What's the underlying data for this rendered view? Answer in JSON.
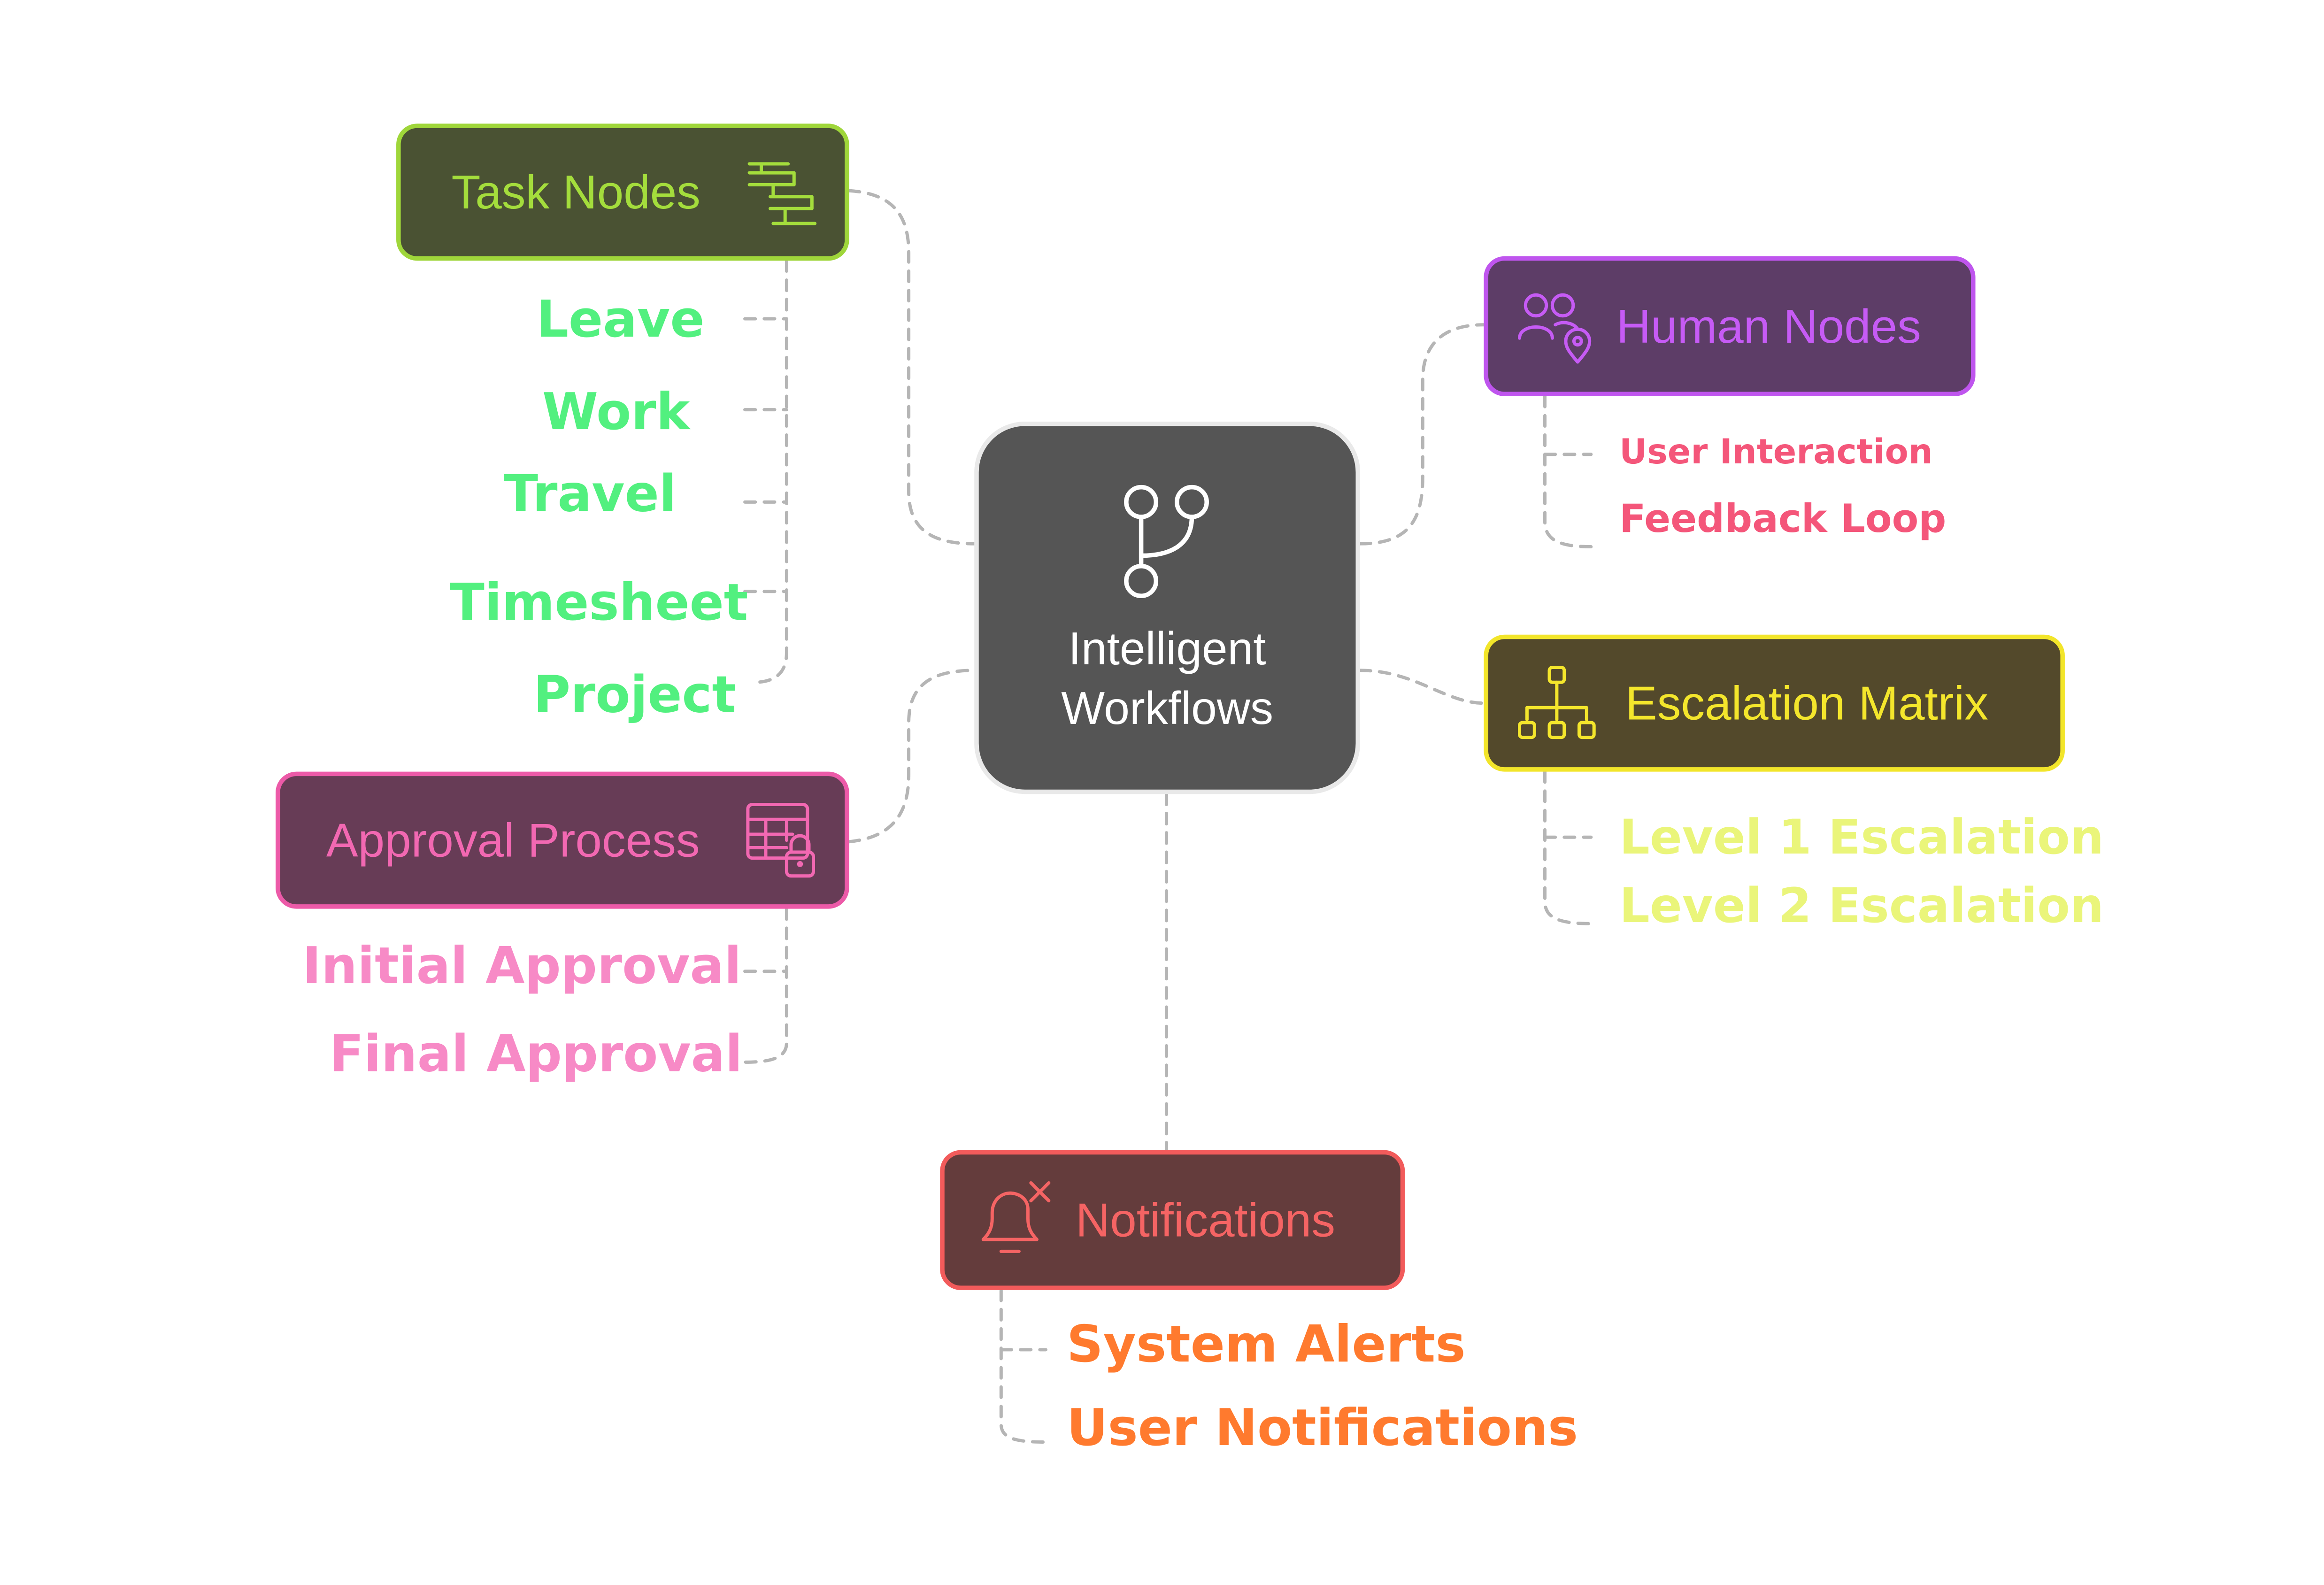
{
  "center": {
    "line1": "Intelligent",
    "line2": "Workflows",
    "icon": "git-branch-icon"
  },
  "branches": {
    "task_nodes": {
      "title": "Task Nodes",
      "icon": "timeline-icon",
      "items": [
        "Leave",
        "Work",
        "Travel",
        "Timesheet",
        "Project"
      ]
    },
    "human_nodes": {
      "title": "Human Nodes",
      "icon": "users-location-icon",
      "items": [
        "User Interaction",
        "Feedback Loop"
      ]
    },
    "escalation_matrix": {
      "title": "Escalation Matrix",
      "icon": "hierarchy-icon",
      "items": [
        "Level 1 Escalation",
        "Level 2 Escalation"
      ]
    },
    "approval_process": {
      "title": "Approval Process",
      "icon": "table-lock-icon",
      "items": [
        "Initial Approval",
        "Final Approval"
      ]
    },
    "notifications": {
      "title": "Notifications",
      "icon": "bell-off-icon",
      "items": [
        "System Alerts",
        "User Notifications"
      ]
    }
  },
  "colors": {
    "task": {
      "fill": "#4a5233",
      "border": "#9fd63a",
      "text": "#a4dd3c",
      "items": "#52f07f"
    },
    "human": {
      "fill": "#5d3d67",
      "border": "#bf55ee",
      "text": "#c65bf5",
      "items": "#f4567a"
    },
    "escalation": {
      "fill": "#53492b",
      "border": "#f2e52a",
      "text": "#f4e62c",
      "items": "#eaf57a"
    },
    "approval": {
      "fill": "#673c56",
      "border": "#ec5aa8",
      "text": "#f268b2",
      "items": "#f78ac6"
    },
    "notifications": {
      "fill": "#643c3c",
      "border": "#f25b5b",
      "text": "#f56464",
      "items": "#ff7a2e"
    },
    "center": "#555555",
    "connector": "#b5b5b5"
  }
}
